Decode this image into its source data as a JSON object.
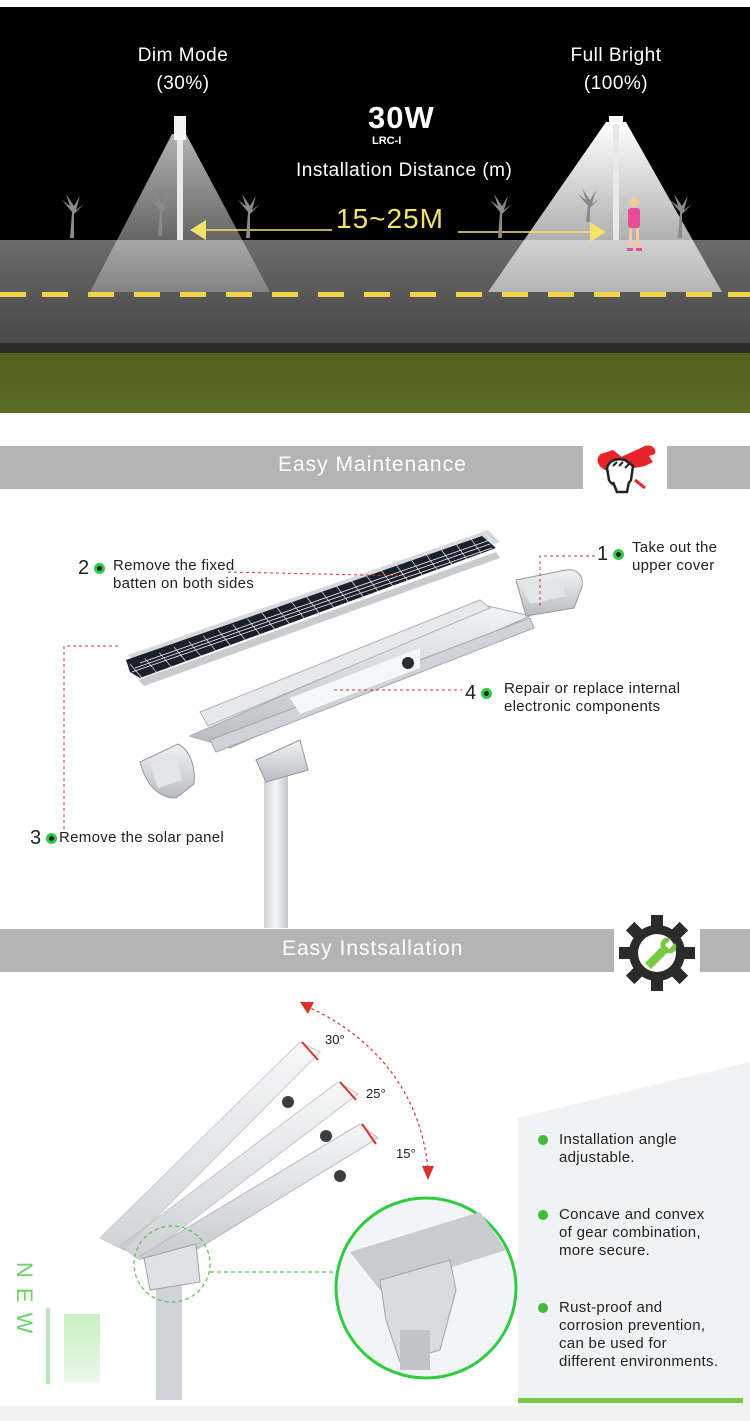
{
  "night_scene": {
    "dim_title": "Dim Mode",
    "dim_value": "(30%)",
    "full_title": "Full Bright",
    "full_value": "(100%)",
    "power": "30W",
    "model": "LRC-I",
    "distance_label": "Installation Distance (m)",
    "distance_value": "15~25M"
  },
  "maintenance": {
    "title": "Easy Maintenance",
    "icon": "wrench-fist-icon",
    "steps": [
      {
        "num": "1",
        "text_line1": "Take out the",
        "text_line2": "upper cover"
      },
      {
        "num": "2",
        "text_line1": "Remove the fixed",
        "text_line2": "batten on both sides"
      },
      {
        "num": "3",
        "text_line1": "Remove the solar panel",
        "text_line2": ""
      },
      {
        "num": "4",
        "text_line1": "Repair or replace internal",
        "text_line2": "electronic components"
      }
    ]
  },
  "installation": {
    "title": "Easy Instsallation",
    "icon": "gear-wrench-icon",
    "angles": [
      "30°",
      "25°",
      "15°"
    ],
    "badge": "NEW",
    "features": [
      {
        "lines": [
          "Installation angle",
          "adjustable."
        ]
      },
      {
        "lines": [
          "Concave and convex",
          "of gear combination,",
          "more secure."
        ]
      },
      {
        "lines": [
          "Rust-proof and",
          "corrosion prevention,",
          "can be used for",
          "different environments."
        ]
      }
    ]
  },
  "colors": {
    "accent_green": "#3dbb3a",
    "lane_yellow": "#f3d34a",
    "header_grey": "#b4b4b4",
    "arrow_red": "#d9342b"
  }
}
